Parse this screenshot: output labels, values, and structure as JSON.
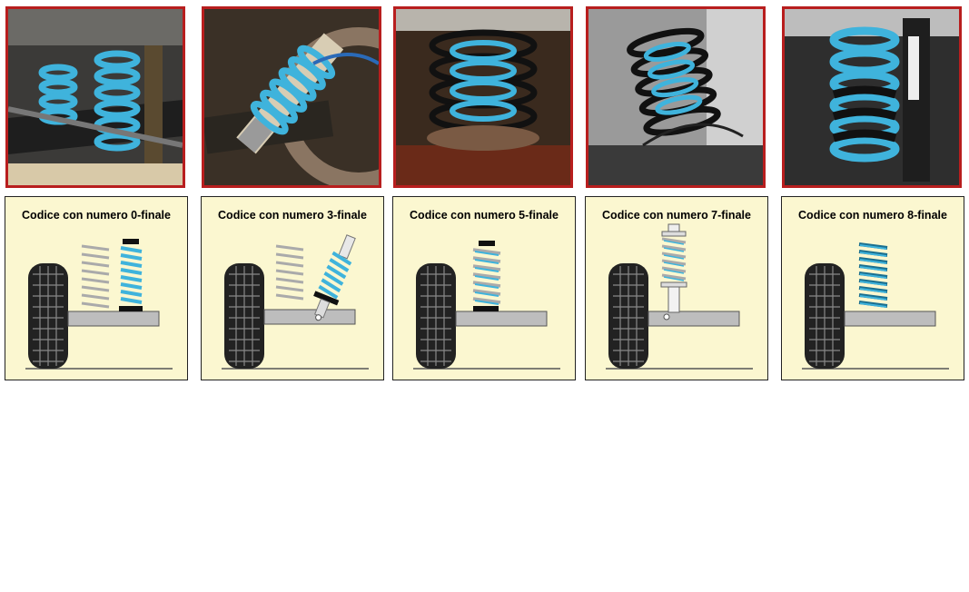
{
  "variants": [
    {
      "id": "0",
      "title": "Codice con numero 0-finale"
    },
    {
      "id": "3",
      "title": "Codice con numero 3-finale"
    },
    {
      "id": "5",
      "title": "Codice con numero 5-finale"
    },
    {
      "id": "7",
      "title": "Codice con numero 7-finale"
    },
    {
      "id": "8",
      "title": "Codice con numero 8-finale"
    }
  ],
  "colors": {
    "frame": "#b81e1e",
    "card_bg": "#fbf7d0",
    "spring_blue": "#3fb3dc",
    "spring_dark": "#1a3f4f",
    "coil_black": "#111111",
    "axle": "#b8b8b8"
  }
}
